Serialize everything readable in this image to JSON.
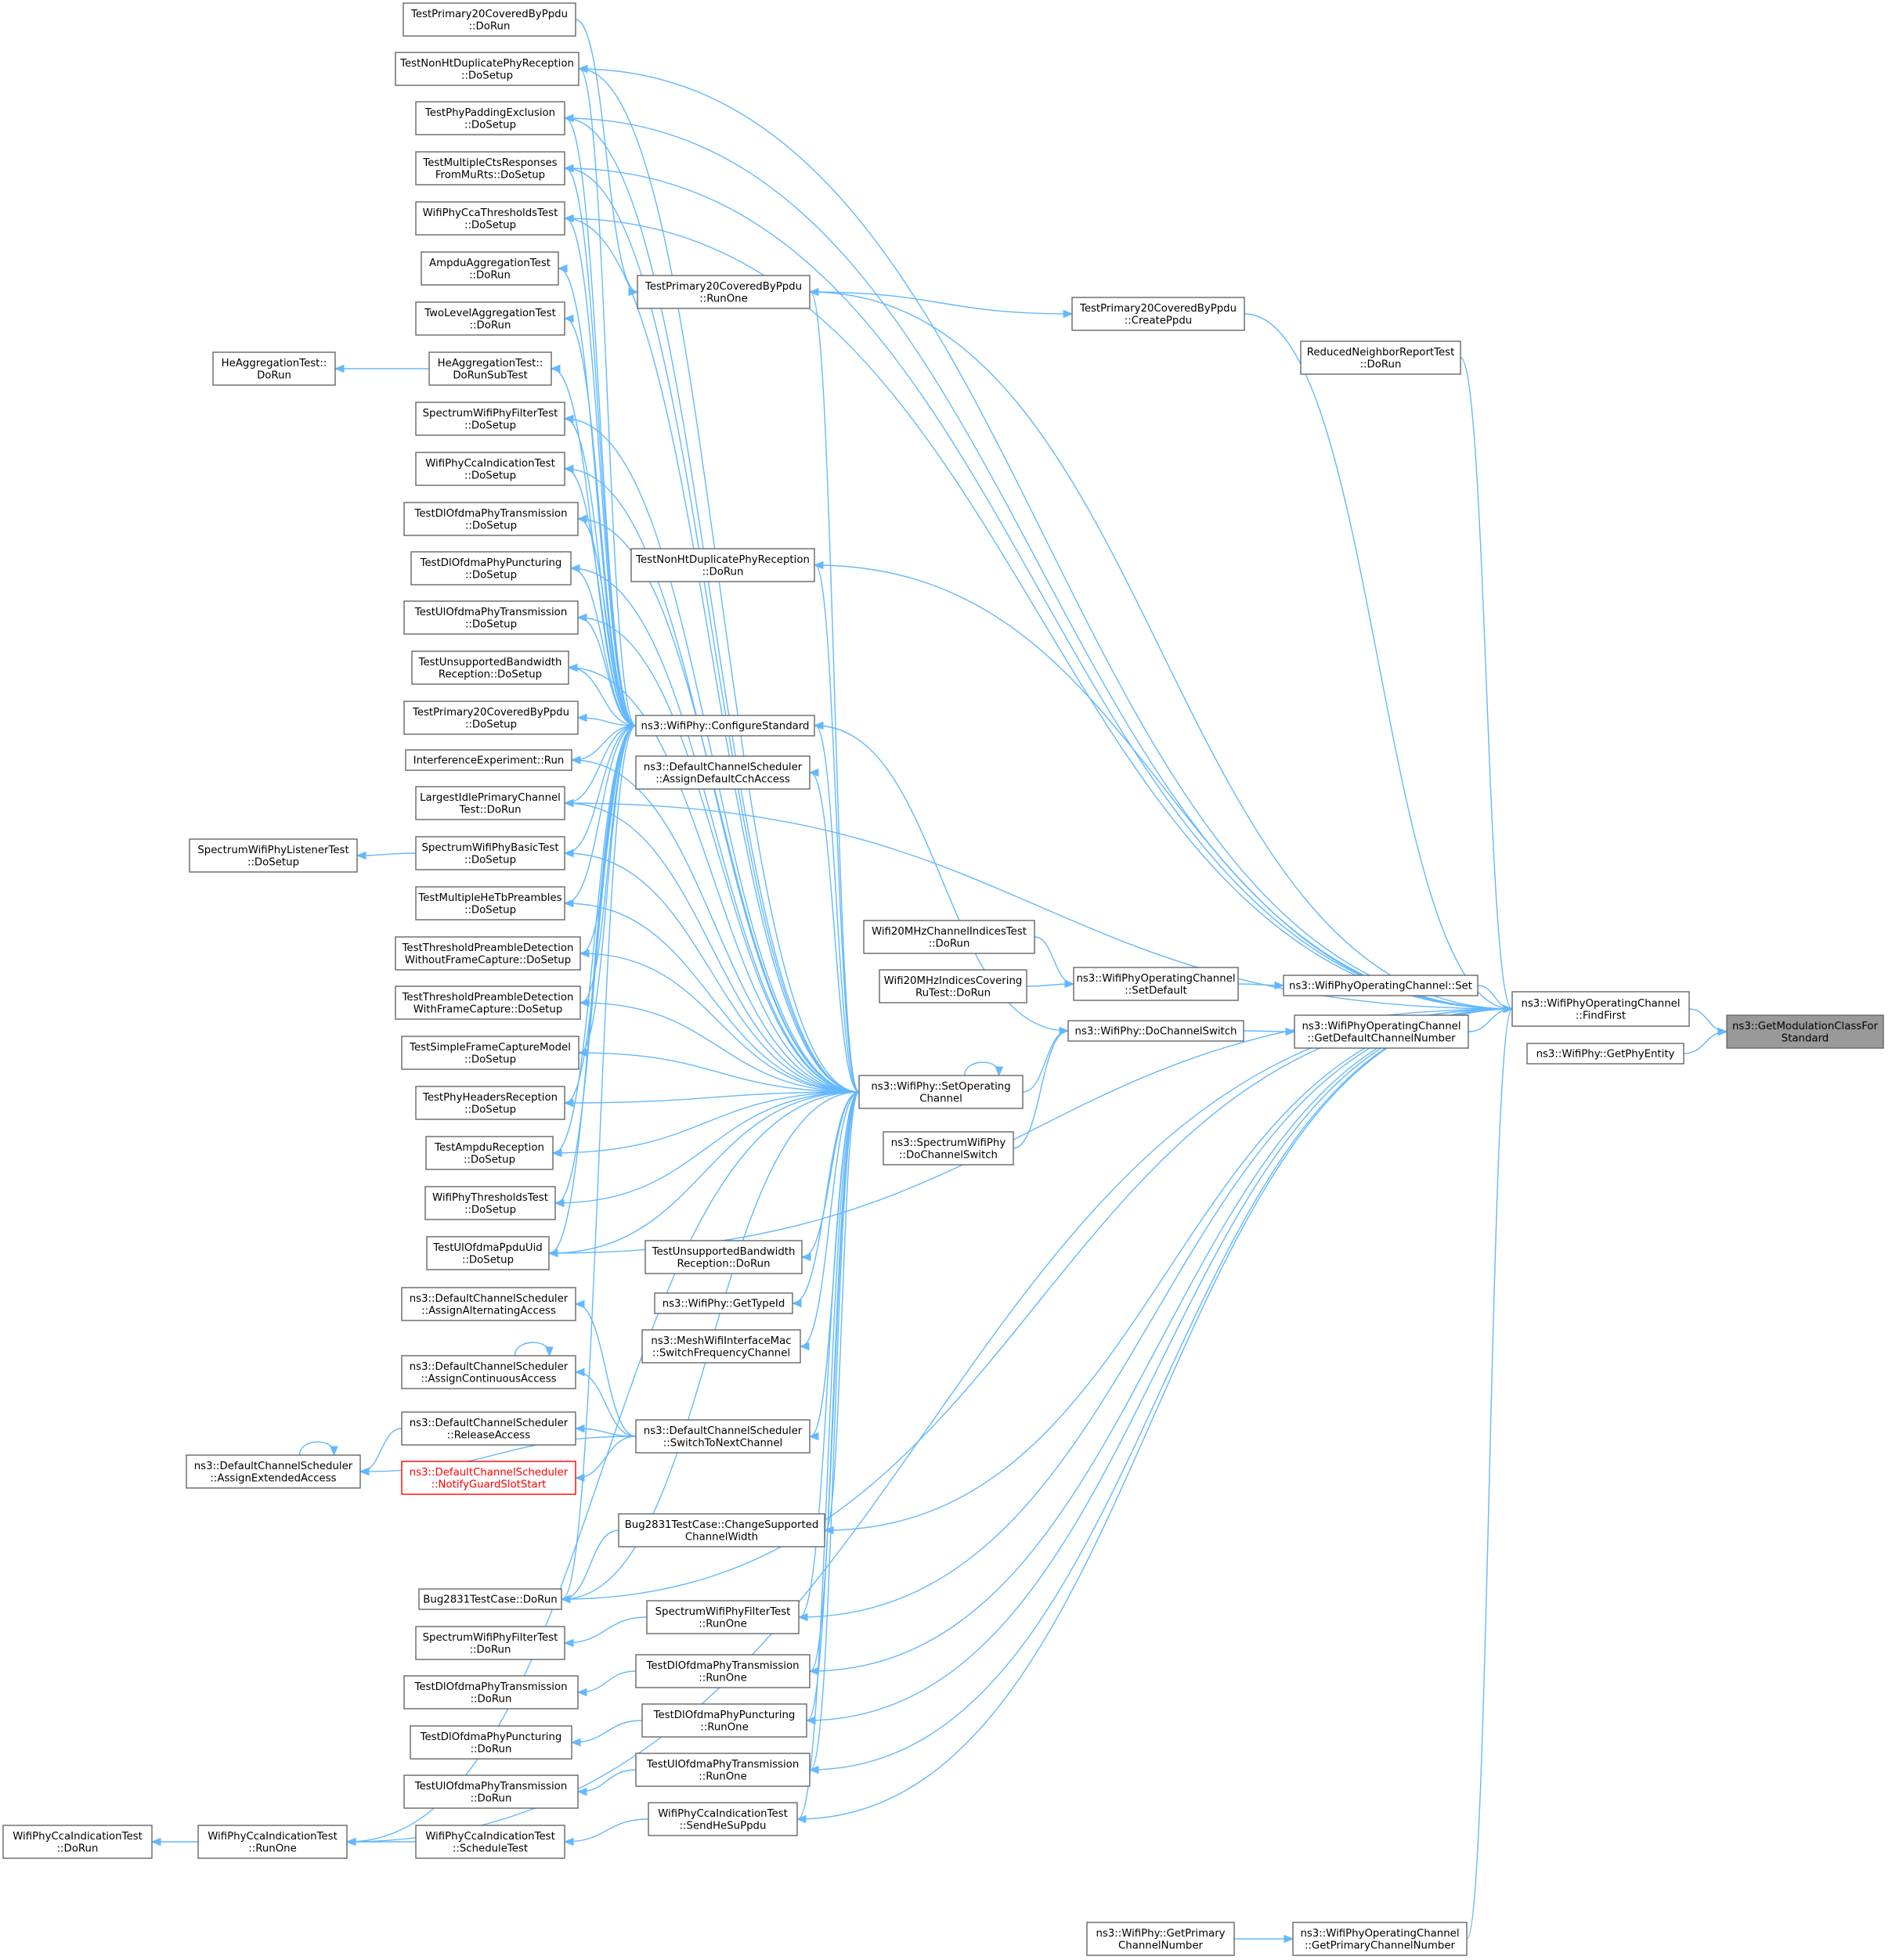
{
  "nodes": [
    {
      "id": "gmc",
      "lines": [
        "ns3::GetModulationClassFor",
        "Standard"
      ],
      "style": "target"
    },
    {
      "id": "ff",
      "lines": [
        "ns3::WifiPhyOperatingChannel",
        "::FindFirst"
      ]
    },
    {
      "id": "gpe",
      "lines": [
        "ns3::WifiPhy::GetPhyEntity"
      ]
    },
    {
      "id": "rnr",
      "lines": [
        "ReducedNeighborReportTest",
        "::DoRun"
      ]
    },
    {
      "id": "ocset",
      "lines": [
        "ns3::WifiPhyOperatingChannel::Set"
      ]
    },
    {
      "id": "gdcn",
      "lines": [
        "ns3::WifiPhyOperatingChannel",
        "::GetDefaultChannelNumber"
      ]
    },
    {
      "id": "gpcn",
      "lines": [
        "ns3::WifiPhyOperatingChannel",
        "::GetPrimaryChannelNumber"
      ]
    },
    {
      "id": "wgpcn",
      "lines": [
        "ns3::WifiPhy::GetPrimary",
        "ChannelNumber"
      ]
    },
    {
      "id": "setdef",
      "lines": [
        "ns3::WifiPhyOperatingChannel",
        "::SetDefault"
      ]
    },
    {
      "id": "dcs",
      "lines": [
        "ns3::WifiPhy::DoChannelSwitch"
      ]
    },
    {
      "id": "w20ci",
      "lines": [
        "Wifi20MHzChannelIndicesTest",
        "::DoRun"
      ]
    },
    {
      "id": "w20ru",
      "lines": [
        "Wifi20MHzIndicesCovering",
        "RuTest::DoRun"
      ]
    },
    {
      "id": "swpdcs",
      "lines": [
        "ns3::SpectrumWifiPhy",
        "::DoChannelSwitch"
      ]
    },
    {
      "id": "soc",
      "lines": [
        "ns3::WifiPhy::SetOperating",
        "Channel"
      ]
    },
    {
      "id": "tp20cp",
      "lines": [
        "TestPrimary20CoveredByPpdu",
        "::CreatePpdu"
      ]
    },
    {
      "id": "tp20ro",
      "lines": [
        "TestPrimary20CoveredByPpdu",
        "::RunOne"
      ]
    },
    {
      "id": "tnhdr",
      "lines": [
        "TestNonHtDuplicatePhyReception",
        "::DoRun"
      ]
    },
    {
      "id": "cfg",
      "lines": [
        "ns3::WifiPhy::ConfigureStandard"
      ]
    },
    {
      "id": "dcs_acch",
      "lines": [
        "ns3::DefaultChannelScheduler",
        "::AssignDefaultCchAccess"
      ]
    },
    {
      "id": "tubr",
      "lines": [
        "TestUnsupportedBandwidth",
        "Reception::DoRun"
      ]
    },
    {
      "id": "gtid",
      "lines": [
        "ns3::WifiPhy::GetTypeId"
      ]
    },
    {
      "id": "mwsfc",
      "lines": [
        "ns3::MeshWifiInterfaceMac",
        "::SwitchFrequencyChannel"
      ]
    },
    {
      "id": "stnc",
      "lines": [
        "ns3::DefaultChannelScheduler",
        "::SwitchToNextChannel"
      ]
    },
    {
      "id": "bcscw",
      "lines": [
        "Bug2831TestCase::ChangeSupported",
        "ChannelWidth"
      ]
    },
    {
      "id": "swpftro",
      "lines": [
        "SpectrumWifiPhyFilterTest",
        "::RunOne"
      ]
    },
    {
      "id": "tdopt_ro",
      "lines": [
        "TestDlOfdmaPhyTransmission",
        "::RunOne"
      ]
    },
    {
      "id": "tdopp_ro",
      "lines": [
        "TestDlOfdmaPhyPuncturing",
        "::RunOne"
      ]
    },
    {
      "id": "tuopt_ro",
      "lines": [
        "TestUlOfdmaPhyTransmission",
        "::RunOne"
      ]
    },
    {
      "id": "wpcit_shsp",
      "lines": [
        "WifiPhyCcaIndicationTest",
        "::SendHeSuPpdu"
      ]
    },
    {
      "id": "tp20_ds0",
      "lines": [
        "TestPrimary20CoveredByPpdu",
        "::DoRun"
      ]
    },
    {
      "id": "tnhds",
      "lines": [
        "TestNonHtDuplicatePhyReception",
        "::DoSetup"
      ]
    },
    {
      "id": "tppe",
      "lines": [
        "TestPhyPaddingExclusion",
        "::DoSetup"
      ]
    },
    {
      "id": "tmcr",
      "lines": [
        "TestMultipleCtsResponses",
        "FromMuRts::DoSetup"
      ]
    },
    {
      "id": "wpctt",
      "lines": [
        "WifiPhyCcaThresholdsTest",
        "::DoSetup"
      ]
    },
    {
      "id": "aat",
      "lines": [
        "AmpduAggregationTest",
        "::DoRun"
      ]
    },
    {
      "id": "tlat",
      "lines": [
        "TwoLevelAggregationTest",
        "::DoRun"
      ]
    },
    {
      "id": "hatst",
      "lines": [
        "HeAggregationTest::",
        "DoRunSubTest"
      ]
    },
    {
      "id": "swpft_ds",
      "lines": [
        "SpectrumWifiPhyFilterTest",
        "::DoSetup"
      ]
    },
    {
      "id": "wpcit_ds",
      "lines": [
        "WifiPhyCcaIndicationTest",
        "::DoSetup"
      ]
    },
    {
      "id": "tdopt_ds",
      "lines": [
        "TestDlOfdmaPhyTransmission",
        "::DoSetup"
      ]
    },
    {
      "id": "tdopp_ds",
      "lines": [
        "TestDlOfdmaPhyPuncturing",
        "::DoSetup"
      ]
    },
    {
      "id": "tuopt_ds",
      "lines": [
        "TestUlOfdmaPhyTransmission",
        "::DoSetup"
      ]
    },
    {
      "id": "tubr_ds",
      "lines": [
        "TestUnsupportedBandwidth",
        "Reception::DoSetup"
      ]
    },
    {
      "id": "tp20_ds",
      "lines": [
        "TestPrimary20CoveredByPpdu",
        "::DoSetup"
      ]
    },
    {
      "id": "ier",
      "lines": [
        "InterferenceExperiment::Run"
      ]
    },
    {
      "id": "lipc",
      "lines": [
        "LargestIdlePrimaryChannel",
        "Test::DoRun"
      ]
    },
    {
      "id": "swpbt",
      "lines": [
        "SpectrumWifiPhyBasicTest",
        "::DoSetup"
      ]
    },
    {
      "id": "tmhtp",
      "lines": [
        "TestMultipleHeTbPreambles",
        "::DoSetup"
      ]
    },
    {
      "id": "ttpdwo",
      "lines": [
        "TestThresholdPreambleDetection",
        "WithoutFrameCapture::DoSetup"
      ]
    },
    {
      "id": "ttpdw",
      "lines": [
        "TestThresholdPreambleDetection",
        "WithFrameCapture::DoSetup"
      ]
    },
    {
      "id": "tsfcm",
      "lines": [
        "TestSimpleFrameCaptureModel",
        "::DoSetup"
      ]
    },
    {
      "id": "tphr",
      "lines": [
        "TestPhyHeadersReception",
        "::DoSetup"
      ]
    },
    {
      "id": "tar",
      "lines": [
        "TestAmpduReception",
        "::DoSetup"
      ]
    },
    {
      "id": "wptt",
      "lines": [
        "WifiPhyThresholdsTest",
        "::DoSetup"
      ]
    },
    {
      "id": "tuopu",
      "lines": [
        "TestUlOfdmaPpduUid",
        "::DoSetup"
      ]
    },
    {
      "id": "dcs_aaa",
      "lines": [
        "ns3::DefaultChannelScheduler",
        "::AssignAlternatingAccess"
      ]
    },
    {
      "id": "dcs_aca",
      "lines": [
        "ns3::DefaultChannelScheduler",
        "::AssignContinuousAccess"
      ]
    },
    {
      "id": "dcs_ra",
      "lines": [
        "ns3::DefaultChannelScheduler",
        "::ReleaseAccess"
      ]
    },
    {
      "id": "dcs_ngs",
      "lines": [
        "ns3::DefaultChannelScheduler",
        "::NotifyGuardSlotStart"
      ],
      "style": "red"
    },
    {
      "id": "bdr",
      "lines": [
        "Bug2831TestCase::DoRun"
      ]
    },
    {
      "id": "swpft_dr",
      "lines": [
        "SpectrumWifiPhyFilterTest",
        "::DoRun"
      ]
    },
    {
      "id": "tdopt_dr",
      "lines": [
        "TestDlOfdmaPhyTransmission",
        "::DoRun"
      ]
    },
    {
      "id": "tdopp_dr",
      "lines": [
        "TestDlOfdmaPhyPuncturing",
        "::DoRun"
      ]
    },
    {
      "id": "tuopt_dr",
      "lines": [
        "TestUlOfdmaPhyTransmission",
        "::DoRun"
      ]
    },
    {
      "id": "wpcit_st",
      "lines": [
        "WifiPhyCcaIndicationTest",
        "::ScheduleTest"
      ]
    },
    {
      "id": "hat_dr",
      "lines": [
        "HeAggregationTest::",
        "DoRun"
      ]
    },
    {
      "id": "swplt",
      "lines": [
        "SpectrumWifiPhyListenerTest",
        "::DoSetup"
      ]
    },
    {
      "id": "dcs_aea",
      "lines": [
        "ns3::DefaultChannelScheduler",
        "::AssignExtendedAccess"
      ]
    },
    {
      "id": "wpcit_ro",
      "lines": [
        "WifiPhyCcaIndicationTest",
        "::RunOne"
      ]
    },
    {
      "id": "wpcit_dr",
      "lines": [
        "WifiPhyCcaIndicationTest",
        "::DoRun"
      ]
    }
  ]
}
